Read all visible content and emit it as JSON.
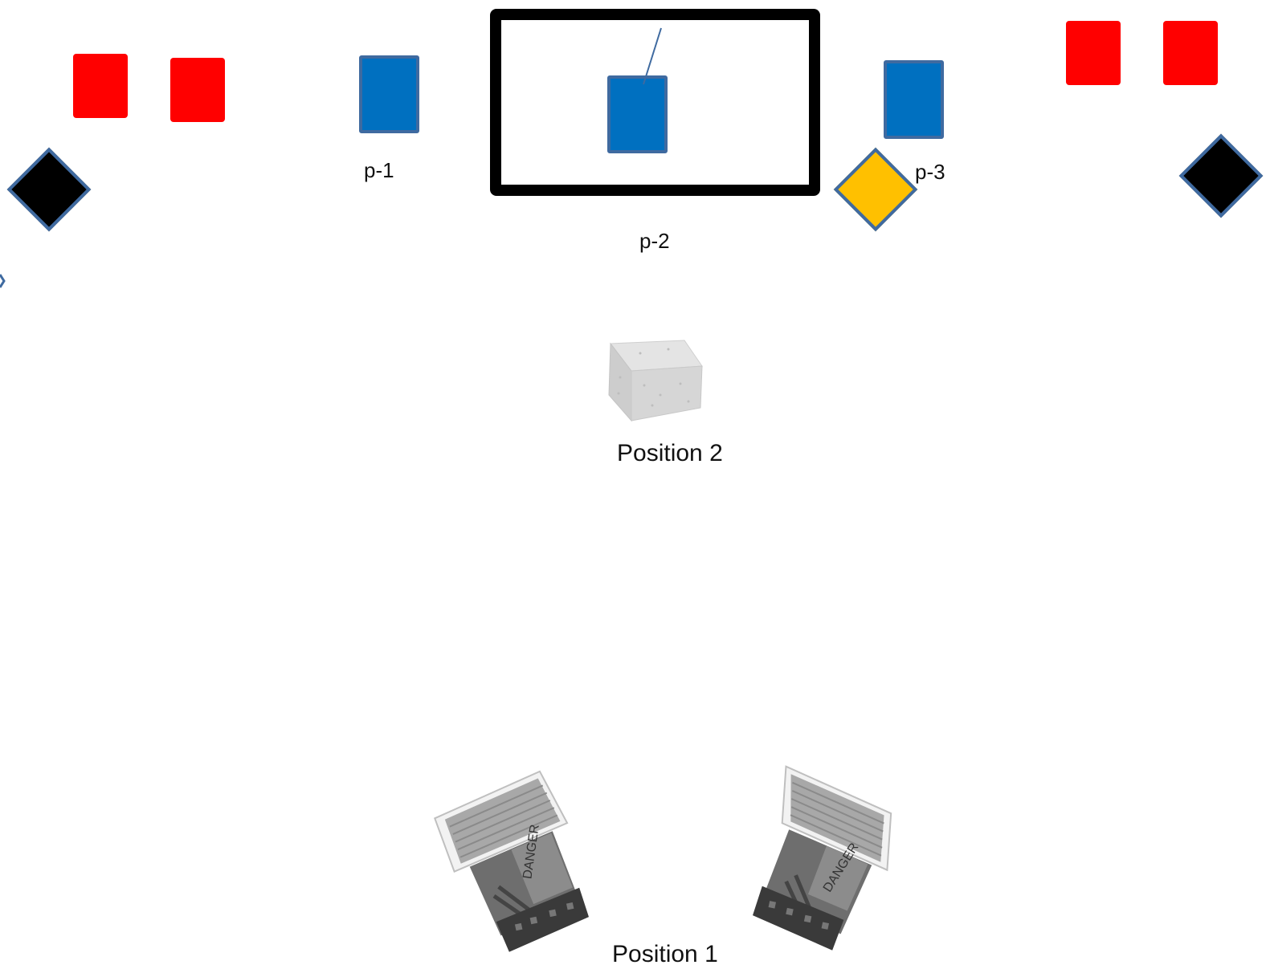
{
  "labels": {
    "p1": "p-1",
    "p2": "p-2",
    "p3": "p-3",
    "position2": "Position 2",
    "position1": "Position 1"
  },
  "colors": {
    "red": "#ff0000",
    "blue": "#0070c0",
    "blue_border": "#3f6aa0",
    "black": "#000000",
    "yellow": "#ffc000",
    "gray": "#d0d0d0"
  },
  "objects": {
    "position2_object": "foam-block",
    "position1_objects": [
      "danger-sign-equipment-left",
      "danger-sign-equipment-right"
    ]
  }
}
